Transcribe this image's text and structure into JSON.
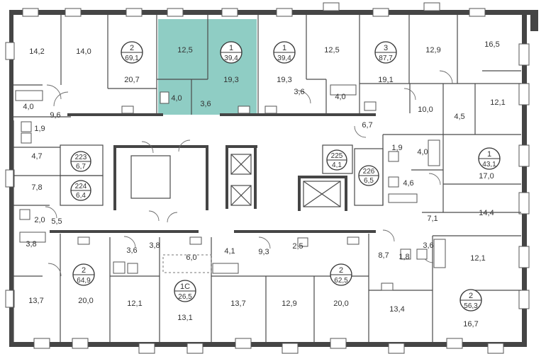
{
  "highlight_color": "#8fcdc4",
  "wall_color": "#454545",
  "apartments": [
    {
      "id": "apt-a",
      "rooms": "2",
      "area": "69,1"
    },
    {
      "id": "apt-b",
      "rooms": "1",
      "area": "39,4"
    },
    {
      "id": "apt-c",
      "rooms": "1",
      "area": "39,4"
    },
    {
      "id": "apt-d",
      "rooms": "3",
      "area": "87,7"
    },
    {
      "id": "apt-e",
      "rooms": "1",
      "area": "43,1"
    },
    {
      "id": "apt-f",
      "rooms": "2",
      "area": "64,9"
    },
    {
      "id": "apt-g",
      "rooms": "1С",
      "area": "26,5"
    },
    {
      "id": "apt-h",
      "rooms": "2",
      "area": "62,5"
    },
    {
      "id": "apt-i",
      "rooms": "2",
      "area": "56,3"
    }
  ],
  "storages": [
    {
      "id": "st-223",
      "number": "223",
      "area": "6,7"
    },
    {
      "id": "st-224",
      "number": "224",
      "area": "6,4"
    },
    {
      "id": "st-225",
      "number": "225",
      "area": "4,1"
    },
    {
      "id": "st-226",
      "number": "226",
      "area": "6,5"
    }
  ],
  "room_areas": [
    "14,2",
    "14,0",
    "20,7",
    "12,5",
    "19,3",
    "4,0",
    "3,6",
    "19,3",
    "3,6",
    "4,0",
    "12,5",
    "19,1",
    "12,9",
    "16,5",
    "4,0",
    "9,6",
    "1,9",
    "4,7",
    "10,0",
    "4,5",
    "12,1",
    "6,7",
    "1,9",
    "4,0",
    "17,0",
    "7,8",
    "4,6",
    "14,4",
    "2,0",
    "5,5",
    "3,8",
    "7,1",
    "3,6",
    "3,8",
    "6,0",
    "4,1",
    "9,3",
    "2,5",
    "8,7",
    "1,8",
    "3,6",
    "12,1",
    "13,7",
    "20,0",
    "12,1",
    "13,1",
    "13,7",
    "12,9",
    "20,0",
    "13,4",
    "16,7"
  ]
}
